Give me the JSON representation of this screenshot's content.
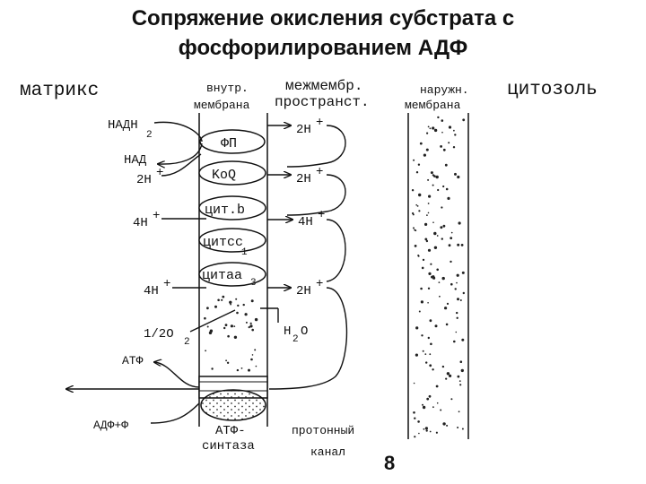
{
  "title_line1": "Сопряжение окисления субстрата с",
  "title_line2": "фосфорилированием АДФ",
  "regions": {
    "matrix": "матрикс",
    "inner_membrane_1": "внутр.",
    "inner_membrane_2": "мембрана",
    "intermembrane_1": "межмембр.",
    "intermembrane_2": "пространст.",
    "outer_membrane_1": "наружн.",
    "outer_membrane_2": "мембрана",
    "cytosol": "цитозоль"
  },
  "complexes": {
    "fp": "ФП",
    "koq": "KoQ",
    "cyt_b": "цит.b",
    "cyt_cc": "цитсс",
    "cyt_c_sub": "1",
    "cyt_aa": "цитаа",
    "cyt_aa_sub": "3"
  },
  "left_labels": {
    "nadh": "НАДН",
    "nadh_sub": "2",
    "nad": "НАД",
    "h2_a": "2Н",
    "h2_a_sup": "+",
    "h4_a": "4Н",
    "h4_a_sup": "+",
    "h4_b": "4Н",
    "h4_b_sup": "+",
    "o2": "1/2О",
    "o2_sub": "2",
    "atp": "АТФ",
    "adp": "АДФ+Ф"
  },
  "right_labels": {
    "h2_1": "2Н",
    "h2_1_sup": "+",
    "h2_2": "2Н",
    "h2_2_sup": "+",
    "h4": "4Н",
    "h4_sup": "+",
    "h2_3": "2Н",
    "h2_3_sup": "+",
    "water_h": "Н",
    "water_sub": "2",
    "water_o": "О"
  },
  "bottom_labels": {
    "atp_synthase_1": "АТФ-",
    "atp_synthase_2": "синтаза",
    "proton_1": "протонный",
    "proton_2": "канал"
  },
  "slide_number": "8"
}
